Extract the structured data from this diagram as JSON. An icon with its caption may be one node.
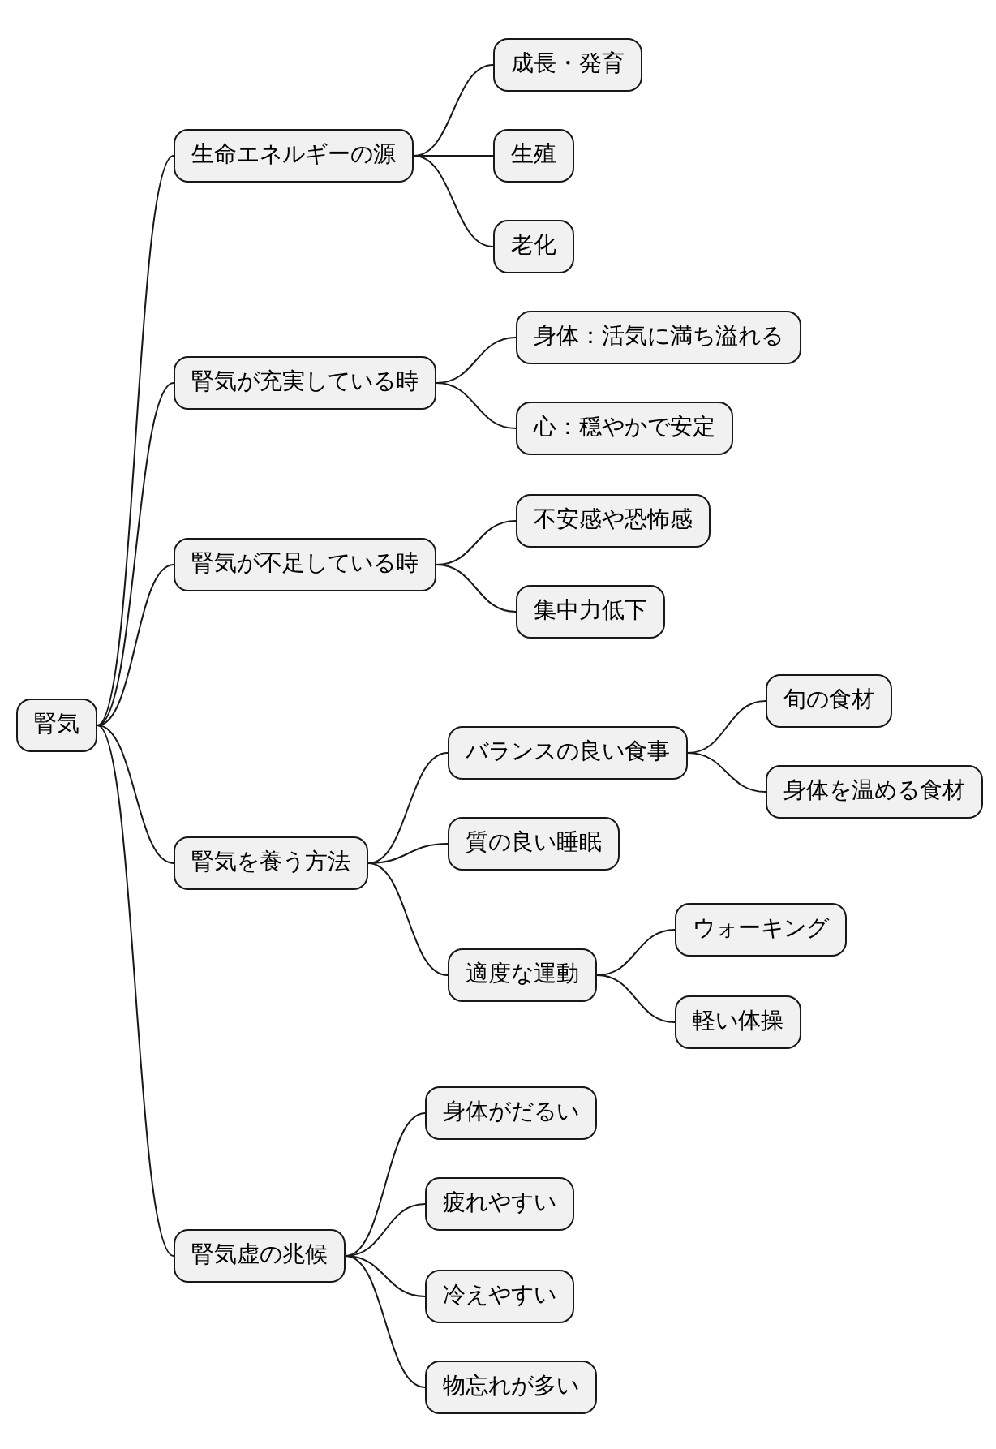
{
  "diagram": {
    "nodes": [
      {
        "text": [
          "腎気"
        ]
      },
      {
        "text": [
          "生命エネルギーの源"
        ]
      },
      {
        "text": [
          "成長・発育"
        ]
      },
      {
        "text": [
          "生殖"
        ]
      },
      {
        "text": [
          "老化"
        ]
      },
      {
        "text": [
          "腎気が充実している時"
        ]
      },
      {
        "text": [
          "身体：活気に満ち溢れる"
        ]
      },
      {
        "text": [
          "心：穏やかで安定"
        ]
      },
      {
        "text": [
          "腎気が不足している時"
        ]
      },
      {
        "text": [
          "不安感や恐怖感"
        ]
      },
      {
        "text": [
          "集中力低下"
        ]
      },
      {
        "text": [
          "腎気を養う方法"
        ]
      },
      {
        "text": [
          "バランスの良い食事"
        ]
      },
      {
        "text": [
          "旬の食材"
        ]
      },
      {
        "text": [
          "身体を温める食材"
        ]
      },
      {
        "text": [
          "質の良い睡眠"
        ]
      },
      {
        "text": [
          "適度な運動"
        ]
      },
      {
        "text": [
          "ウォーキング"
        ]
      },
      {
        "text": [
          "軽い体操"
        ]
      },
      {
        "text": [
          "腎気虚の兆候"
        ]
      },
      {
        "text": [
          "身体がだるい"
        ]
      },
      {
        "text": [
          "疲れやすい"
        ]
      },
      {
        "text": [
          "冷えやすい"
        ]
      },
      {
        "text": [
          "物忘れが多い"
        ]
      }
    ],
    "edges": [
      {
        "from": 0,
        "to": 1,
        "arrow": "none"
      },
      {
        "from": 1,
        "to": 2,
        "arrow": "none"
      },
      {
        "from": 1,
        "to": 3,
        "arrow": "none"
      },
      {
        "from": 1,
        "to": 4,
        "arrow": "none"
      },
      {
        "from": 0,
        "to": 5,
        "arrow": "none"
      },
      {
        "from": 5,
        "to": 6,
        "arrow": "none"
      },
      {
        "from": 5,
        "to": 7,
        "arrow": "none"
      },
      {
        "from": 0,
        "to": 8,
        "arrow": "none"
      },
      {
        "from": 8,
        "to": 9,
        "arrow": "none"
      },
      {
        "from": 8,
        "to": 10,
        "arrow": "none"
      },
      {
        "from": 0,
        "to": 11,
        "arrow": "none"
      },
      {
        "from": 11,
        "to": 12,
        "arrow": "none"
      },
      {
        "from": 12,
        "to": 13,
        "arrow": "none"
      },
      {
        "from": 12,
        "to": 14,
        "arrow": "none"
      },
      {
        "from": 11,
        "to": 15,
        "arrow": "none"
      },
      {
        "from": 11,
        "to": 16,
        "arrow": "none"
      },
      {
        "from": 16,
        "to": 17,
        "arrow": "none"
      },
      {
        "from": 16,
        "to": 18,
        "arrow": "none"
      },
      {
        "from": 0,
        "to": 19,
        "arrow": "none"
      },
      {
        "from": 19,
        "to": 20,
        "arrow": "none"
      },
      {
        "from": 19,
        "to": 21,
        "arrow": "none"
      },
      {
        "from": 19,
        "to": 22,
        "arrow": "none"
      },
      {
        "from": 19,
        "to": 23,
        "arrow": "none"
      }
    ]
  }
}
